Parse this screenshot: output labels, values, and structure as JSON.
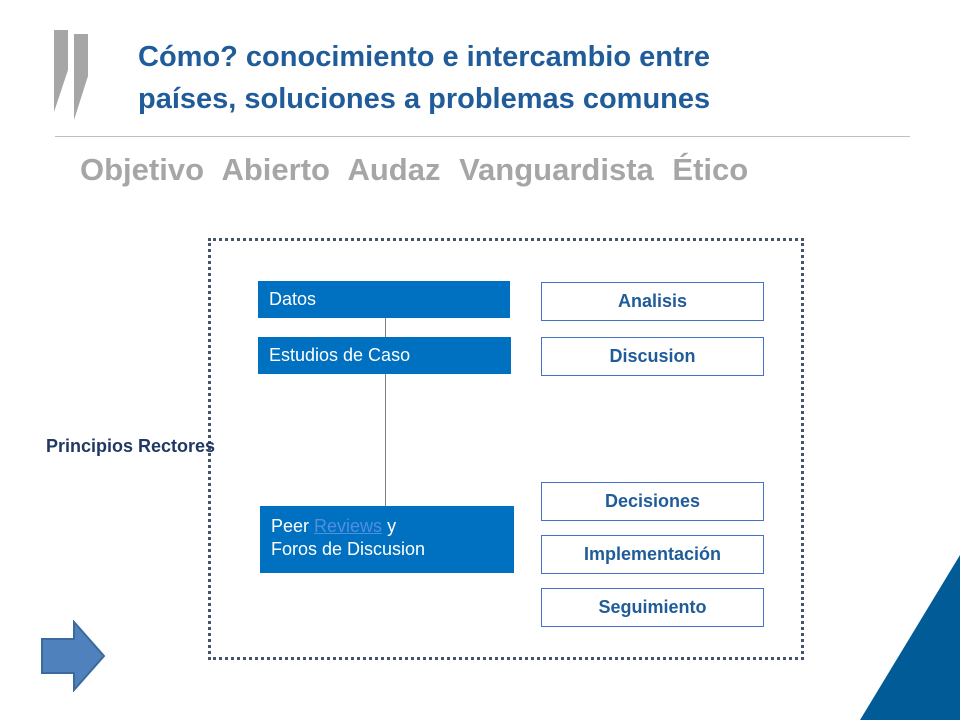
{
  "logo": {
    "icon": "oecd-chevron-logo-icon",
    "color": "#a6a6a6",
    "accent": "#7fb539"
  },
  "title": {
    "line1": "Cómo? conocimiento e intercambio entre",
    "line2": "países, soluciones a problemas comunes"
  },
  "values": [
    "Objetivo",
    "Abierto",
    "Audaz",
    "Vanguardista",
    "Ético"
  ],
  "left_column": {
    "datos": "Datos",
    "estudios": "Estudios de Caso",
    "peer": {
      "prefix": "Peer ",
      "link": "Reviews",
      "suffix": " y",
      "line2": "Foros de Discusion"
    }
  },
  "right_column": [
    "Analisis",
    "Discusion",
    "Decisiones",
    "Implementación",
    "Seguimiento"
  ],
  "side_label": "Principios Rectores",
  "nav": {
    "icon": "next-arrow-icon",
    "color": "#4f81bd"
  },
  "colors": {
    "title": "#1f5c99",
    "box_fill": "#0070c0",
    "box_border": "#4472c4",
    "corner": "#005b96"
  }
}
